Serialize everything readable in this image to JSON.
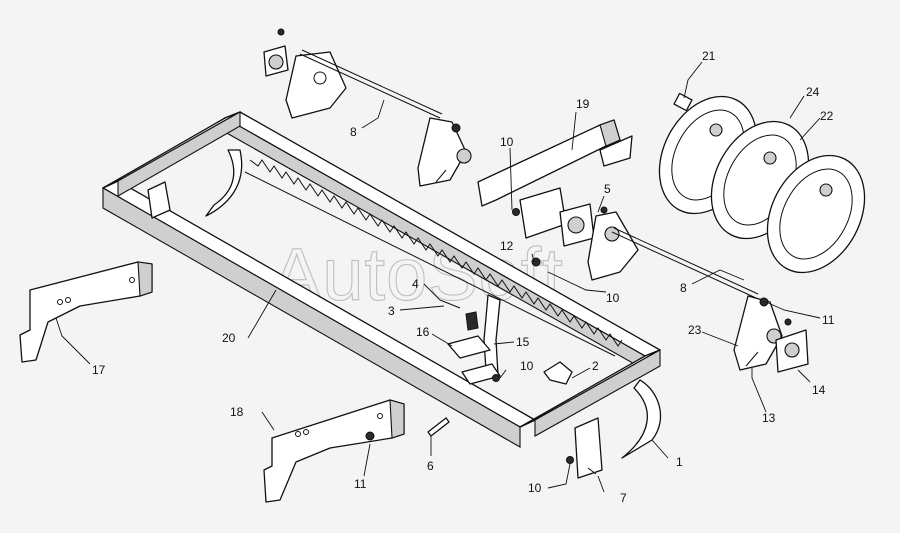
{
  "watermark": "AutoSoft",
  "callouts": [
    {
      "id": "c1",
      "label": "1"
    },
    {
      "id": "c2",
      "label": "2"
    },
    {
      "id": "c3",
      "label": "3"
    },
    {
      "id": "c4",
      "label": "4"
    },
    {
      "id": "c5",
      "label": "5"
    },
    {
      "id": "c6",
      "label": "6"
    },
    {
      "id": "c7",
      "label": "7"
    },
    {
      "id": "c8a",
      "label": "8"
    },
    {
      "id": "c8b",
      "label": "8"
    },
    {
      "id": "c10a",
      "label": "10"
    },
    {
      "id": "c10b",
      "label": "10"
    },
    {
      "id": "c10c",
      "label": "10"
    },
    {
      "id": "c10d",
      "label": "10"
    },
    {
      "id": "c11a",
      "label": "11"
    },
    {
      "id": "c11b",
      "label": "11"
    },
    {
      "id": "c12",
      "label": "12"
    },
    {
      "id": "c13",
      "label": "13"
    },
    {
      "id": "c14",
      "label": "14"
    },
    {
      "id": "c15",
      "label": "15"
    },
    {
      "id": "c16",
      "label": "16"
    },
    {
      "id": "c17",
      "label": "17"
    },
    {
      "id": "c18",
      "label": "18"
    },
    {
      "id": "c19",
      "label": "19"
    },
    {
      "id": "c20",
      "label": "20"
    },
    {
      "id": "c21",
      "label": "21"
    },
    {
      "id": "c22",
      "label": "22"
    },
    {
      "id": "c23",
      "label": "23"
    },
    {
      "id": "c24",
      "label": "24"
    }
  ]
}
